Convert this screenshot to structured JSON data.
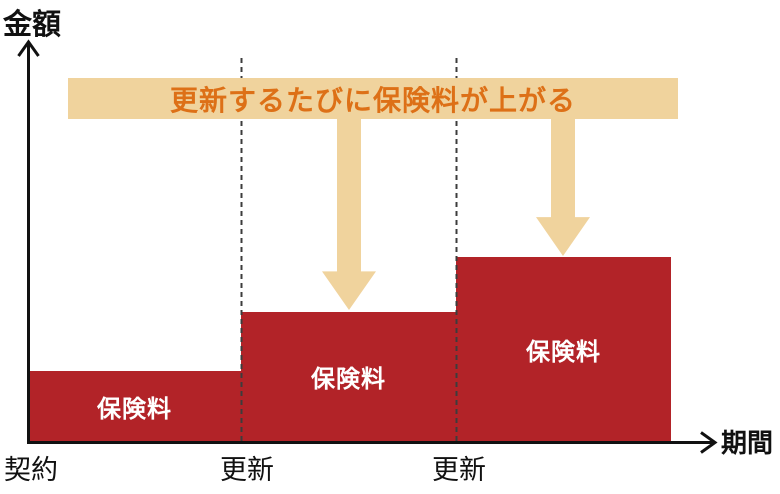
{
  "figure": {
    "banner": {
      "text": "更新するたびに保険料が上がる"
    },
    "y_axis": {
      "label": "金額"
    },
    "x_axis": {
      "label": "期間",
      "ticks": [
        {
          "label": "契約"
        },
        {
          "label": "更新"
        },
        {
          "label": "更新"
        }
      ]
    },
    "bars": [
      {
        "label": "保険料"
      },
      {
        "label": "保険料"
      },
      {
        "label": "保険料"
      }
    ],
    "arrows": [
      {
        "name": "down-arrow-to-bar-2"
      },
      {
        "name": "down-arrow-to-bar-3"
      }
    ]
  },
  "colors": {
    "bar_red": "#B22328",
    "banner_beige": "#F0D39D",
    "banner_text_orange": "#DD7017",
    "bar_label_white": "#FFFFFF",
    "axis_black": "#111111",
    "dashed_line_gray": "#3C3C3C"
  },
  "chart_data": {
    "type": "bar",
    "title": "更新するたびに保険料が上がる",
    "xlabel": "期間",
    "ylabel": "金額",
    "categories": [
      "契約〜更新",
      "更新〜更新",
      "更新〜"
    ],
    "series": [
      {
        "name": "保険料",
        "values": [
          1.0,
          1.85,
          2.65
        ]
      }
    ],
    "value_note": "no numeric scale shown; values are relative bar heights estimated from pixels",
    "x_tick_labels": [
      "契約",
      "更新",
      "更新"
    ],
    "grid": false,
    "legend": false,
    "annotations": [
      {
        "text": "更新するたびに保険料が上がる",
        "style": "beige banner with orange bold text, block arrows pointing down to bars 2 and 3"
      }
    ],
    "separators": "dashed vertical lines at each 更新 (renewal) boundary"
  }
}
